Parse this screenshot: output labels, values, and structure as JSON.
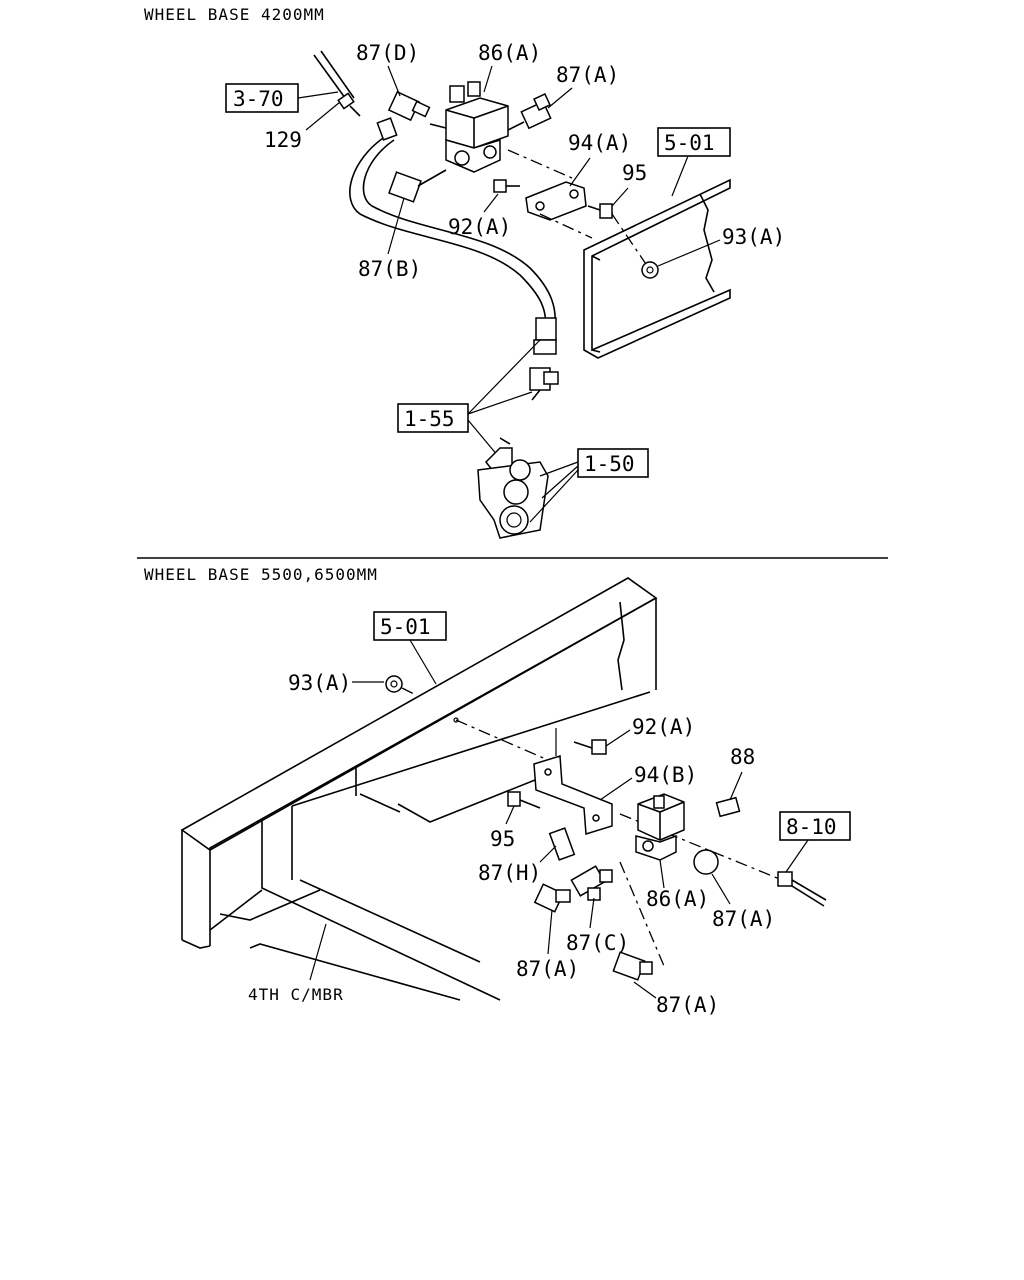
{
  "sections": {
    "top": {
      "title": "WHEEL BASE 4200MM"
    },
    "bottom": {
      "title": "WHEEL BASE 5500,6500MM"
    }
  },
  "top": {
    "refs": {
      "r370": "3-70",
      "r501": "5-01",
      "r155": "1-55",
      "r150": "1-50"
    },
    "labels": {
      "p129": "129",
      "p87d": "87(D)",
      "p86a": "86(A)",
      "p87a": "87(A)",
      "p94a": "94(A)",
      "p95": "95",
      "p92a": "92(A)",
      "p87b": "87(B)",
      "p93a": "93(A)"
    }
  },
  "bottom": {
    "refs": {
      "r501": "5-01",
      "r810": "8-10"
    },
    "labels": {
      "p93a": "93(A)",
      "p92a": "92(A)",
      "p94b": "94(B)",
      "p88": "88",
      "p95": "95",
      "p87h": "87(H)",
      "p86a": "86(A)",
      "p87a_right": "87(A)",
      "p87c": "87(C)",
      "p87a_left": "87(A)",
      "p87a_bottom": "87(A)",
      "member": "4TH C/MBR"
    }
  }
}
